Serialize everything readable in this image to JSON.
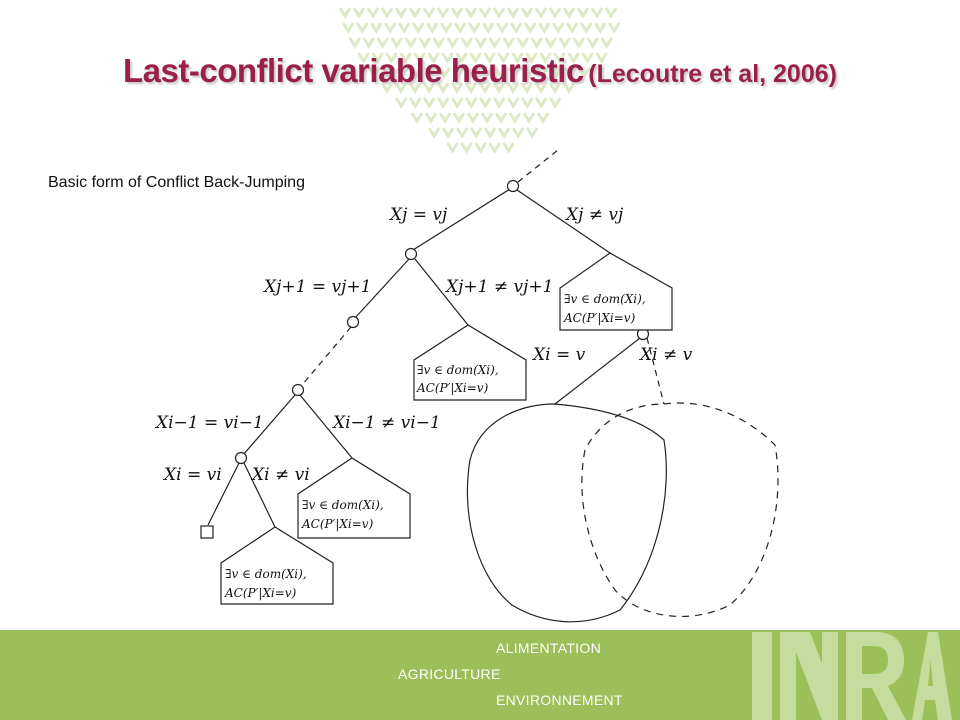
{
  "slide": {
    "title_main": "Last-conflict variable heuristic",
    "title_cite": "(Lecoutre et al, 2006)",
    "subtitle": "Basic form of Conflict Back-Jumping"
  },
  "tree_labels": {
    "xj_eq": "Xj = vj",
    "xj_neq": "Xj ≠ vj",
    "xj1_eq": "Xj+1 = vj+1",
    "xj1_neq": "Xj+1 ≠ vj+1",
    "xi1_eq": "Xi−1 = vi−1",
    "xi1_neq": "Xi−1 ≠ vi−1",
    "xi_eq_left": "Xi = vi",
    "xi_neq_left": "Xi ≠ vi",
    "xi_eq_right": "Xi = v",
    "xi_neq_right": "Xi ≠ v",
    "box_line1": "∃v ∈ dom(Xi),",
    "box_line2": "AC(P′|Xi=v)"
  },
  "footer": {
    "word1": "ALIMENTATION",
    "word2": "AGRICULTURE",
    "word3": "ENVIRONNEMENT",
    "logo_text": "INRA"
  },
  "colors": {
    "title": "#9a1f4a",
    "footer_bg": "#9bbf59",
    "deco": "#dce9c5"
  }
}
